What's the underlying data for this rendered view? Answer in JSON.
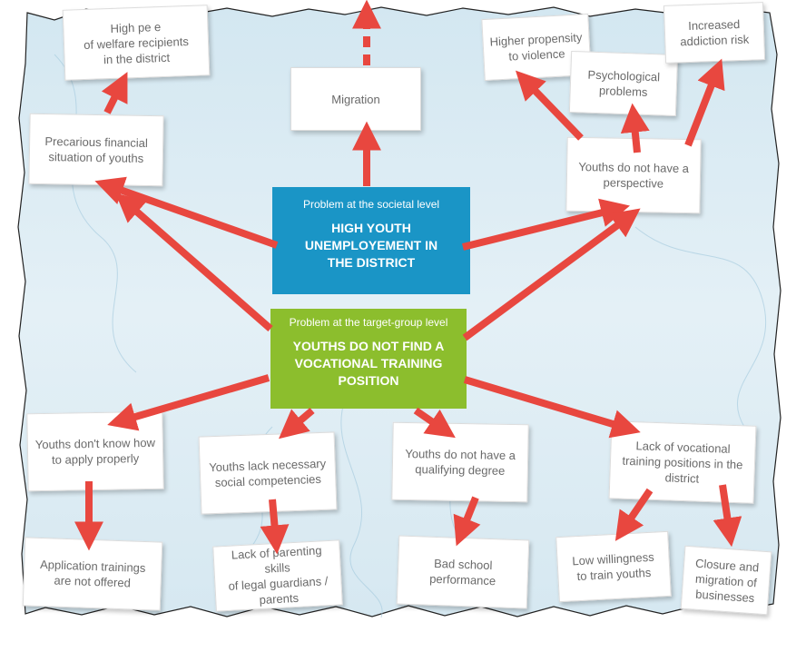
{
  "colors": {
    "societal_box": "#1a95c6",
    "target_box": "#8cbe2d",
    "arrow": "#e8473f",
    "background": "#d8eaf3"
  },
  "core_problem": {
    "label": "Problem at the societal level",
    "title_lines": [
      "HIGH YOUTH",
      "UNEMPLOYEMENT IN",
      "THE DISTRICT"
    ]
  },
  "target_problem": {
    "label": "Problem at the target-group level",
    "title_lines": [
      "YOUTHS DO NOT FIND A",
      "VOCATIONAL TRAINING",
      "POSITION"
    ]
  },
  "effects": {
    "welfare": [
      "High pe          e",
      "of welfare recipients",
      "in the district"
    ],
    "precarious": [
      "Precarious financial",
      "situation of youths"
    ],
    "migration": [
      "Migration"
    ],
    "violence": [
      "Higher propensity",
      "to violence"
    ],
    "psychological": [
      "Psychological",
      "problems"
    ],
    "addiction": [
      "Increased",
      "addiction risk"
    ],
    "no_perspective": [
      "Youths do not have a",
      "perspective"
    ]
  },
  "causes": {
    "apply": [
      "Youths don't know how",
      "to apply properly"
    ],
    "social": [
      "Youths lack necessary",
      "social competencies"
    ],
    "degree": [
      "Youths do not have a",
      "qualifying degree"
    ],
    "positions": [
      "Lack of vocational",
      "training positions in the",
      "district"
    ],
    "application_trainings": [
      "Application trainings",
      "are not offered"
    ],
    "parenting": [
      "Lack of parenting skills",
      "of legal guardians /",
      "parents"
    ],
    "school": [
      "Bad school",
      "performance"
    ],
    "willingness": [
      "Low willingness",
      "to train youths"
    ],
    "closure": [
      "Closure and",
      "migration of",
      "businesses"
    ]
  }
}
